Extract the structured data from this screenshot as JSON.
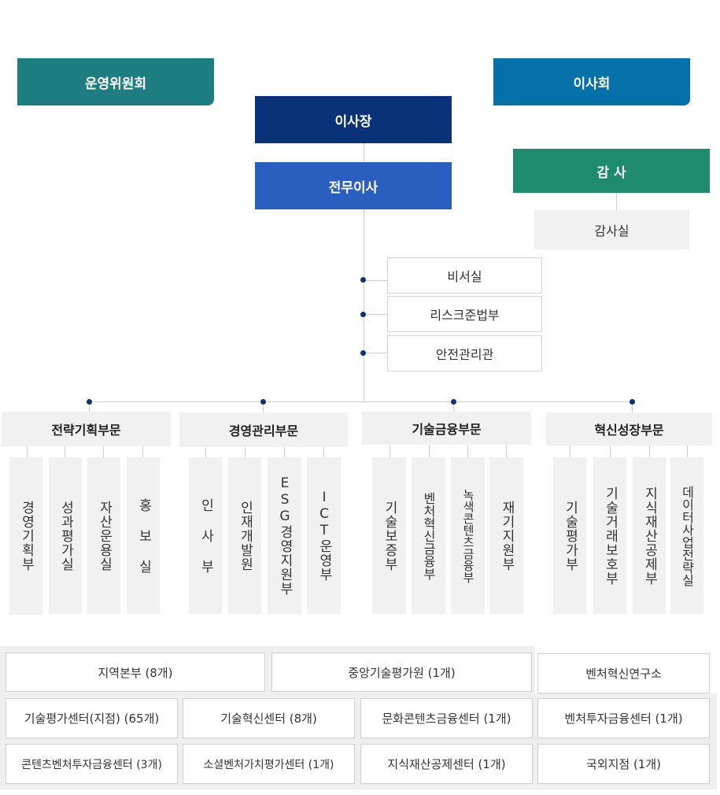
{
  "top": {
    "operating_committee": "운영위원회",
    "board": "이사회",
    "chairman": "이사장",
    "executive_director": "전무이사",
    "auditor": "감 사",
    "audit_office": "감사실"
  },
  "staff": [
    "비서실",
    "리스크준법부",
    "안전관리관"
  ],
  "divisions": [
    {
      "name": "전략기획부문",
      "units": [
        "경영기획부",
        "성과평가실",
        "자산운용실",
        "홍  보  실"
      ]
    },
    {
      "name": "경영관리부문",
      "units": [
        "인  사  부",
        "인재개발원",
        "ESG경영지원부",
        "ICT운영부"
      ]
    },
    {
      "name": "기술금융부문",
      "units": [
        "기술보증부",
        "벤처혁신금융부",
        "녹색콘텐츠금융부",
        "재기지원부"
      ]
    },
    {
      "name": "혁신성장부문",
      "units": [
        "기술평가부",
        "기술거래보호부",
        "지식재산공제부",
        "데이터사업전략실"
      ]
    }
  ],
  "branches": {
    "row1": [
      "지역본부 (8개)",
      "중앙기술평가원 (1개)",
      "벤처혁신연구소"
    ],
    "row2": [
      "기술평가센터(지점) (65개)",
      "기술혁신센터 (8개)",
      "문화콘텐츠금융센터 (1개)",
      "벤처투자금융센터 (1개)"
    ],
    "row3": [
      "콘텐츠벤처투자금융센터 (3개)",
      "소셜벤처가치평가센터 (1개)",
      "지식재산공제센터 (1개)",
      "국외지점 (1개)"
    ]
  }
}
